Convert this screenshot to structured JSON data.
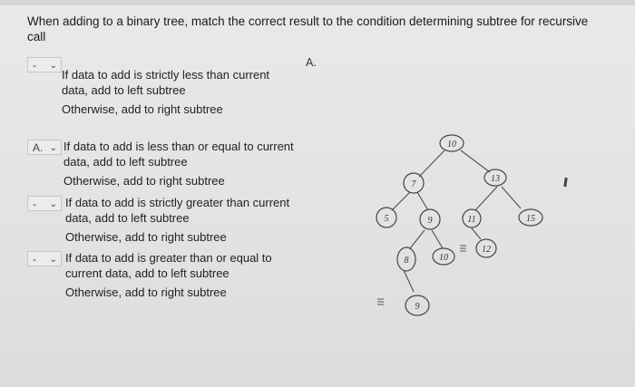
{
  "question": {
    "text": "When adding to a binary tree, match the correct result to the condition determining subtree for recursive call"
  },
  "answer_option": {
    "letter": "A."
  },
  "matches": [
    {
      "selected": "-",
      "condition": "If data to add is strictly less than current data, add to left subtree",
      "otherwise": "Otherwise, add to right subtree"
    },
    {
      "selected": "A.",
      "condition": "If data to add is less than or equal to current data, add to left subtree",
      "otherwise": "Otherwise, add to right subtree"
    },
    {
      "selected": "-",
      "condition": "If data to add is strictly greater than current data, add to left subtree",
      "otherwise": "Otherwise, add to right subtree"
    },
    {
      "selected": "-",
      "condition": "If data to add is greater than or equal to current data, add to left subtree",
      "otherwise": "Otherwise, add to right subtree"
    }
  ],
  "tree_nodes": [
    "10",
    "7",
    "13",
    "5",
    "9",
    "11",
    "15",
    "8",
    "10",
    "12",
    "9"
  ],
  "icons": {
    "select_chevron": "chevron-down-icon"
  }
}
